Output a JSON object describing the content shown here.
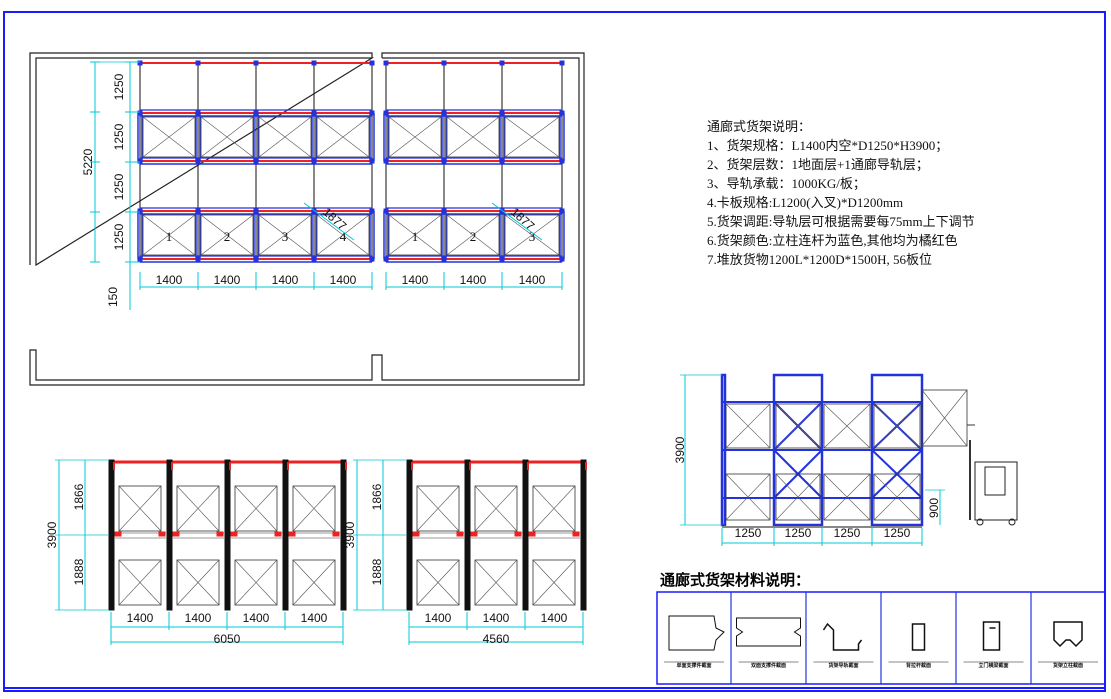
{
  "plan": {
    "width_dim": "5220",
    "row_dims": [
      "1250",
      "1250",
      "1250",
      "1250"
    ],
    "bottom_dim": "150",
    "bay_dims_left": [
      "1400",
      "1400",
      "1400",
      "1400"
    ],
    "bay_dims_right": [
      "1400",
      "1400",
      "1400"
    ],
    "diag_dim": "1877",
    "bay_numbers_left": [
      "1",
      "2",
      "3",
      "4"
    ],
    "bay_numbers_right": [
      "1",
      "2",
      "3"
    ]
  },
  "notes": {
    "title": "通廊式货架说明：",
    "lines": [
      "1、货架规格：L1400内空*D1250*H3900；",
      "2、货架层数：1地面层+1通廊导轨层；",
      "3、导轨承载：1000KG/板；",
      "4.卡板规格:L1200(入叉)*D1200mm",
      "5.货架调距:导轨层可根据需要每75mm上下调节",
      "6.货架颜色:立柱连杆为蓝色,其他均为橘红色",
      "7.堆放货物1200L*1200D*1500H,   56板位"
    ]
  },
  "front_left": {
    "height": "3900",
    "upper": "1866",
    "lower": "1888",
    "bays": [
      "1400",
      "1400",
      "1400",
      "1400"
    ],
    "total": "6050"
  },
  "front_right": {
    "height": "3900",
    "upper": "1866",
    "lower": "1888",
    "bays": [
      "1400",
      "1400",
      "1400"
    ],
    "total": "4560"
  },
  "side": {
    "height": "3900",
    "rail": "900",
    "depths": [
      "1250",
      "1250",
      "1250",
      "1250"
    ]
  },
  "materials": {
    "title": "通廊式货架材料说明：",
    "items": [
      "单面支撑件截面",
      "双面支撑件截面",
      "货架导轨截面",
      "背拉杆截面",
      "立门横梁截面",
      "货架立柱截面"
    ]
  },
  "colors": {
    "border": "#1a1aff",
    "blue": "#2233dd",
    "red": "#ee2222",
    "cyan": "#00c8d8"
  }
}
